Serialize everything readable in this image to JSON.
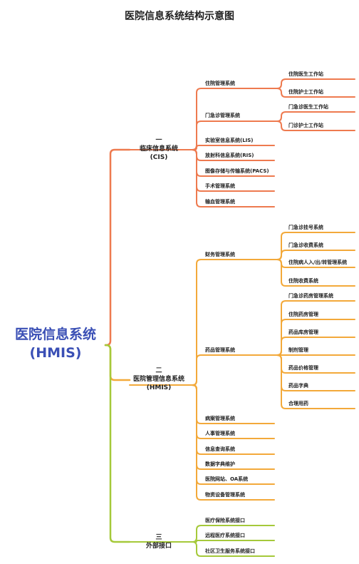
{
  "title": "医院信息系统结构示意图",
  "root": {
    "line1": "医院信息系统",
    "line2": "(HMIS)"
  },
  "colors": {
    "cis": "#ee7a4f",
    "hmis": "#f3a93a",
    "ext": "#a5c93a"
  },
  "branches": {
    "cis": {
      "num": "一",
      "name": "临床信息系统",
      "abbr": "(CIS)",
      "items": {
        "zy": "住院管理系统",
        "zy_sub": [
          "住院医生工作站",
          "住院护士工作站"
        ],
        "mz": "门急诊管理系统",
        "mz_sub": [
          "门急诊医生工作站",
          "门诊护士工作站"
        ],
        "lis": "实验室信息系统(LIS)",
        "ris": "放射科信息系统(RIS)",
        "pacs": "图像存储与传输系统(PACS)",
        "ss": "手术管理系统",
        "sx": "输血管理系统"
      }
    },
    "hmis": {
      "num": "二",
      "name": "医院管理信息系统",
      "abbr": "(HMIS)",
      "items": {
        "cw": "财务管理系统",
        "cw_sub": [
          "门急诊挂号系统",
          "门急诊收费系统",
          "住院病人入/出/转管理系统",
          "住院收费系统"
        ],
        "yp": "药品管理系统",
        "yp_sub": [
          "门急诊药房管理系统",
          "住院药房管理",
          "药品库房管理",
          "制剂管理",
          "药品价格管理",
          "药品字典",
          "合理用药"
        ],
        "ba": "病案管理系统",
        "rs": "人事管理系统",
        "xx": "信息查询系统",
        "sj": "数据字典维护",
        "wz": "医院网站、OA系统",
        "wz2": "物资设备管理系统"
      }
    },
    "ext": {
      "num": "三",
      "name": "外部接口",
      "items": [
        "医疗保险系统接口",
        "远程医疗系统接口",
        "社区卫生服务系统接口"
      ]
    }
  }
}
